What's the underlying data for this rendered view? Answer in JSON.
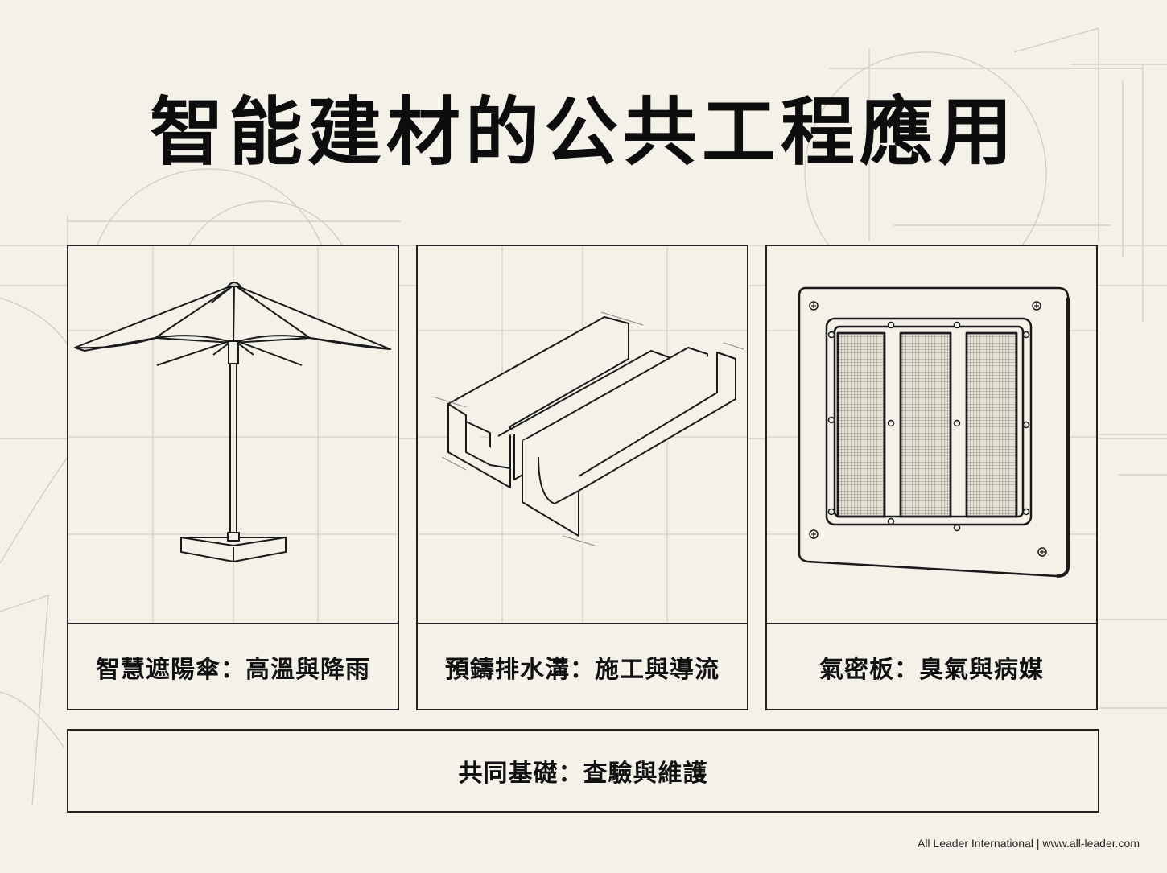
{
  "title": "智能建材的公共工程應用",
  "cards": [
    {
      "caption": "智慧遮陽傘：高溫與降雨",
      "icon": "umbrella-icon"
    },
    {
      "caption": "預鑄排水溝：施工與導流",
      "icon": "drainage-channel-icon"
    },
    {
      "caption": "氣密板：臭氣與病媒",
      "icon": "airtight-panel-icon"
    }
  ],
  "footer": {
    "label": "共同基礎：查驗與維護"
  },
  "credit": "All Leader International | www.all-leader.com",
  "colors": {
    "background": "#f4f1e8",
    "ink": "#111111",
    "gridline": "#c9c4b8"
  }
}
